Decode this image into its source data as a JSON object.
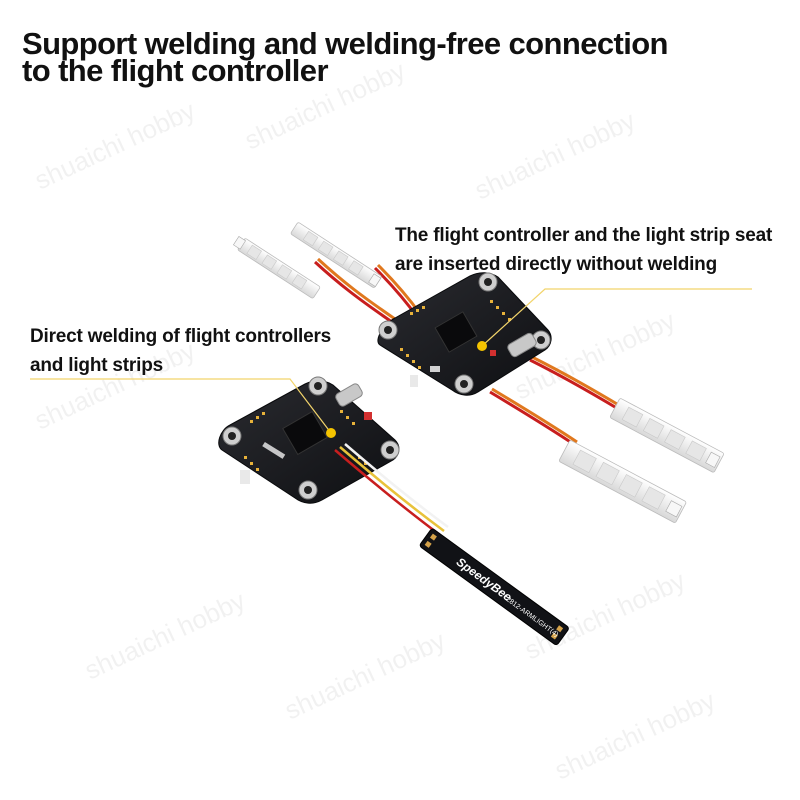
{
  "headline": {
    "line1": "Support welding and welding-free connection",
    "line2": "to the flight controller"
  },
  "callout_right": {
    "line1": "The flight controller and the light strip seat",
    "line2": "are inserted directly without welding"
  },
  "callout_left": {
    "line1": "Direct welding of flight controllers",
    "line2": "and light strips"
  },
  "watermark": "shuaichi hobby",
  "strip_silkscreen": {
    "brand": "SpeedyBee",
    "model": "2812-ARMLIGHT(4)"
  },
  "colors": {
    "board": "#15161a",
    "strip_body": "#f2f2f2",
    "led_lens": "#e6e6e6",
    "wire_red": "#c81e1e",
    "wire_orange": "#e0781e",
    "wire_yellow": "#e8c23a",
    "leader_line": "#f2d46b",
    "leader_dot": "#f5c400"
  }
}
